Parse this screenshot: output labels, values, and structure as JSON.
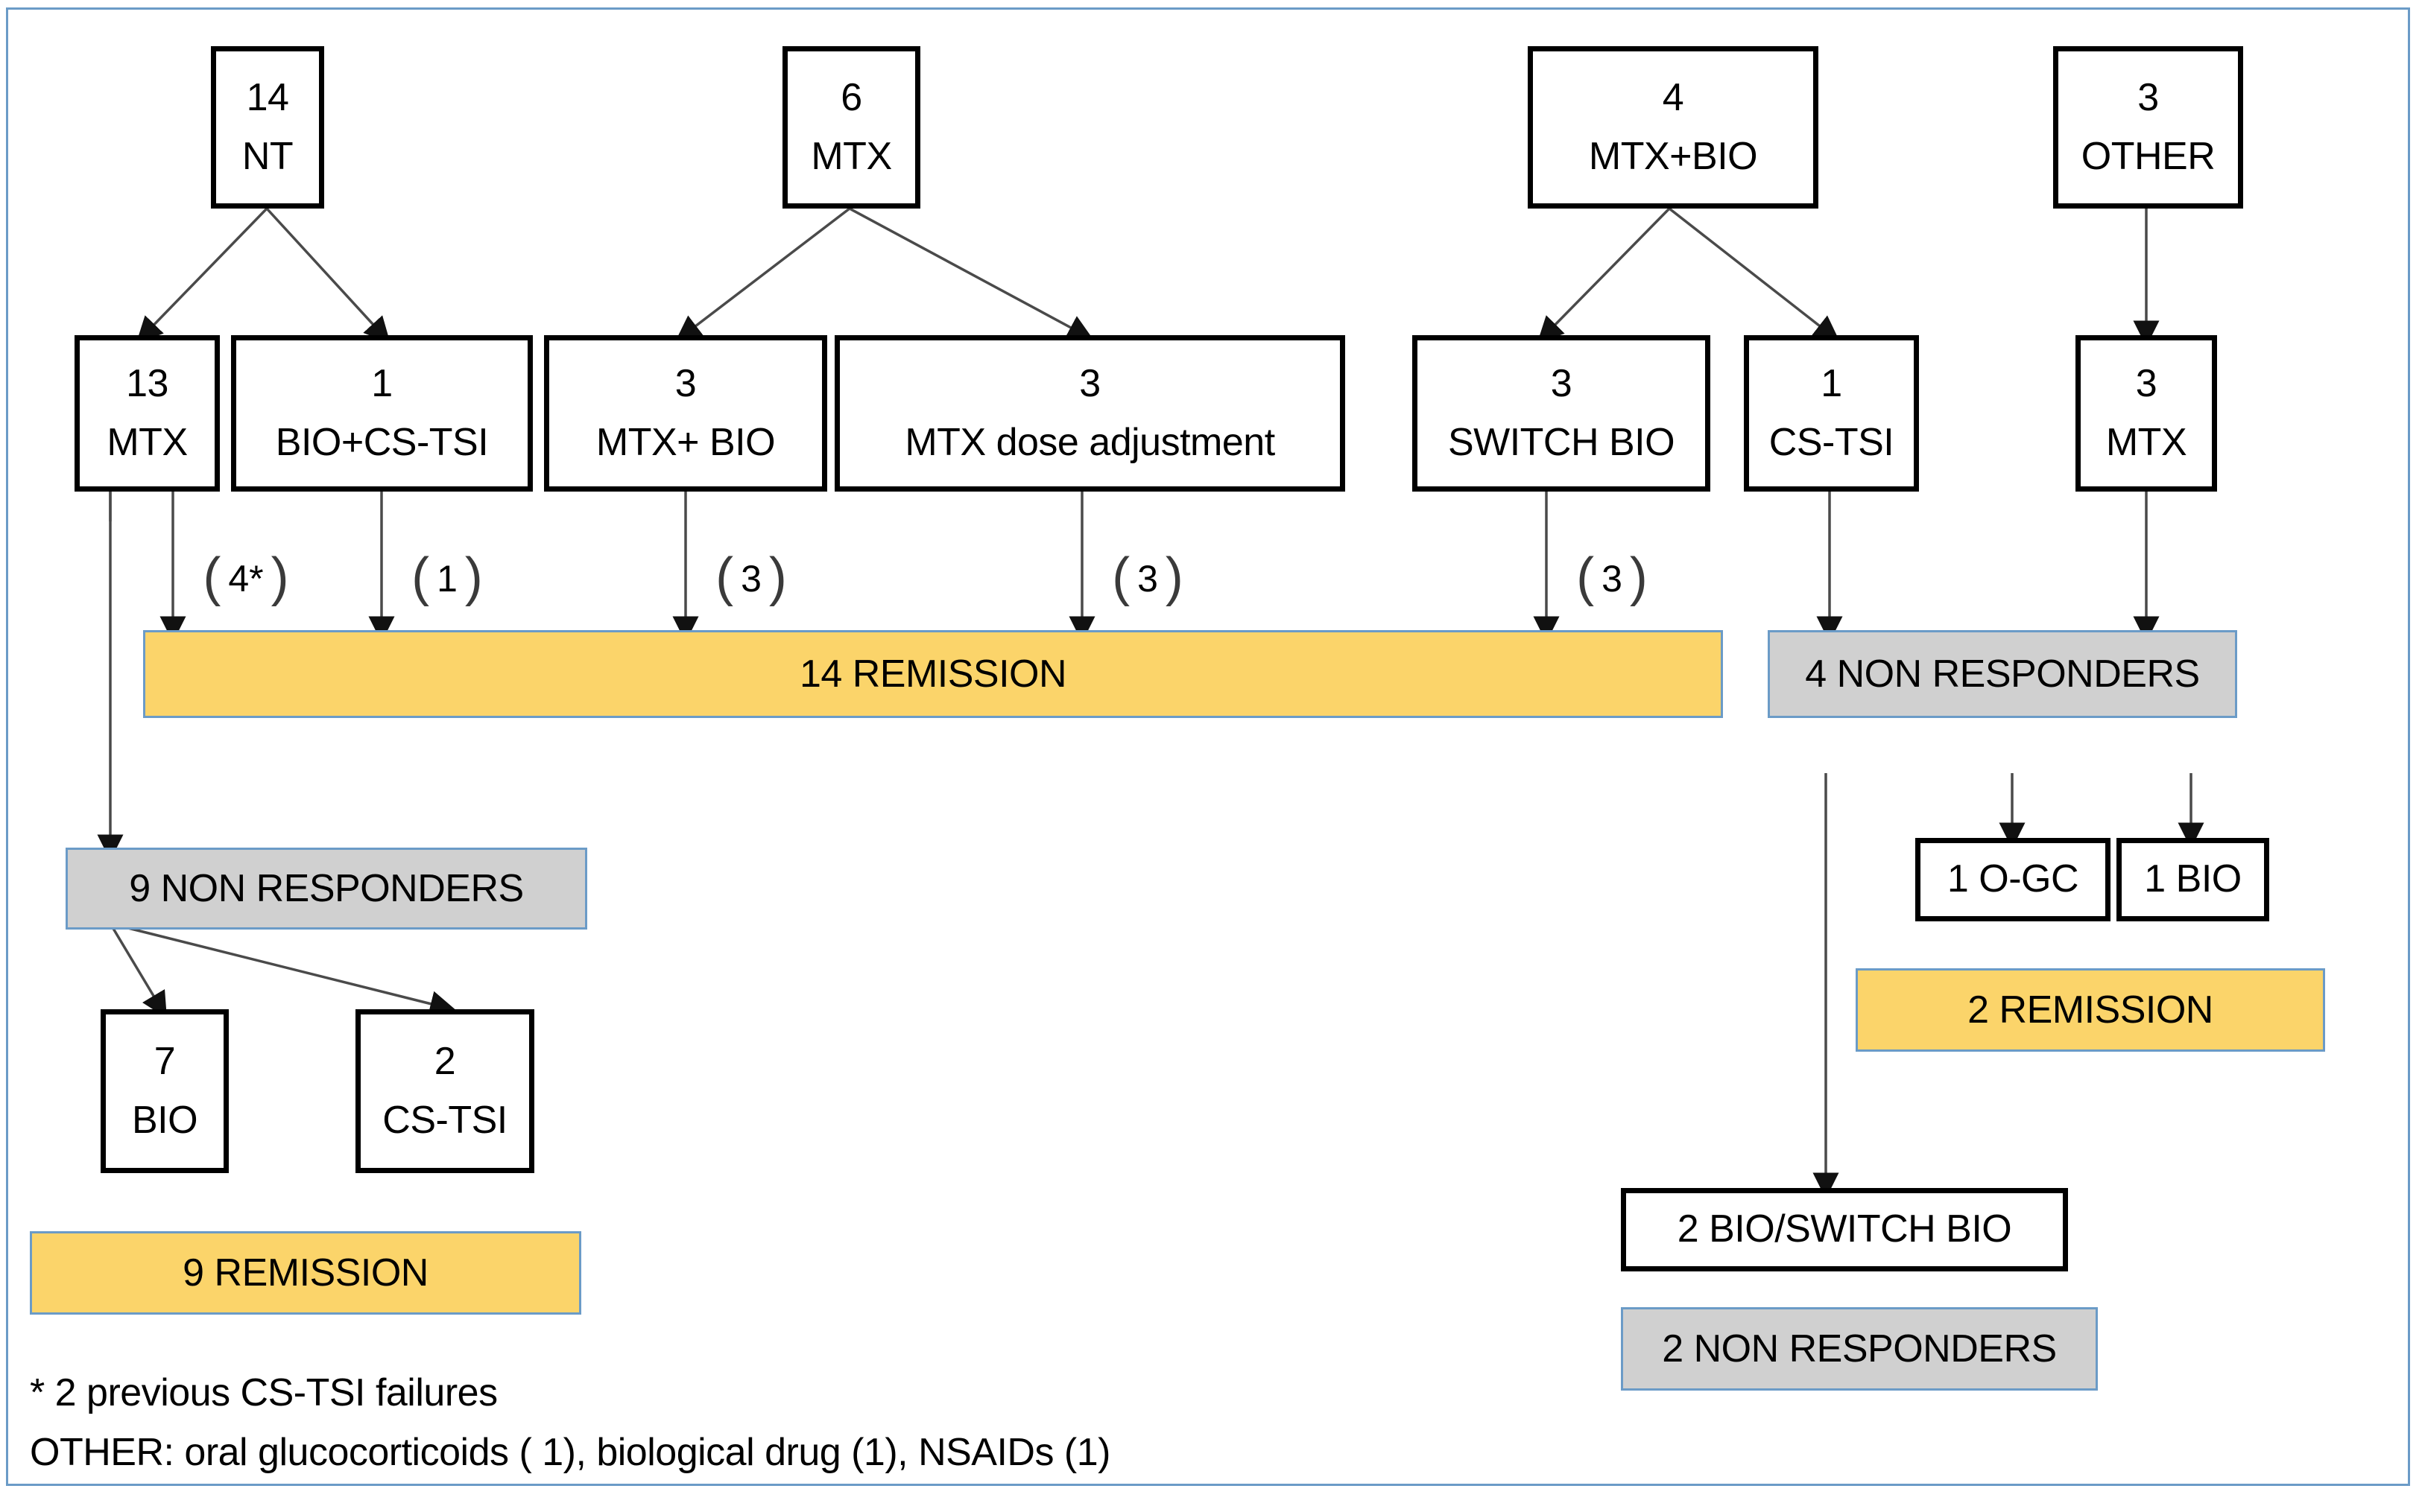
{
  "diagram": {
    "title_present": false,
    "colors": {
      "remission_fill": "#fbd46a",
      "nonresponder_fill": "#d0d0d0",
      "box_border": "#000000",
      "bar_border": "#6b9bc7",
      "frame_border": "#6b9bc7"
    },
    "row1": [
      {
        "count": "14",
        "label": "NT"
      },
      {
        "count": "6",
        "label": "MTX"
      },
      {
        "count": "4",
        "label": "MTX+BIO"
      },
      {
        "count": "3",
        "label": "OTHER"
      }
    ],
    "row2": [
      {
        "count": "13",
        "label": "MTX"
      },
      {
        "count": "1",
        "label": "BIO+CS-TSI"
      },
      {
        "count": "3",
        "label": "MTX+ BIO"
      },
      {
        "count": "3",
        "label": "MTX dose adjustment"
      },
      {
        "count": "3",
        "label": "SWITCH BIO"
      },
      {
        "count": "1",
        "label": "CS-TSI"
      },
      {
        "count": "3",
        "label": "MTX"
      }
    ],
    "brackets": [
      {
        "value": "4*"
      },
      {
        "value": "1"
      },
      {
        "value": "3"
      },
      {
        "value": "3"
      },
      {
        "value": "3"
      }
    ],
    "outcomes": {
      "remission_main": "14 REMISSION",
      "nonresponders_right": "4 NON RESPONDERS",
      "nonresponders_left": "9 NON RESPONDERS",
      "remission_left": "9 REMISSION",
      "remission_right": "2 REMISSION",
      "nonresponders_bottom": "2 NON RESPONDERS"
    },
    "left_branch": [
      {
        "count": "7",
        "label": "BIO"
      },
      {
        "count": "2",
        "label": "CS-TSI"
      }
    ],
    "right_branch": [
      {
        "label": "1 O-GC"
      },
      {
        "label": "1 BIO"
      }
    ],
    "bottom_right_box": "2 BIO/SWITCH BIO",
    "footnotes": [
      "* 2 previous CS-TSI failures",
      "OTHER: oral glucocorticoids ( 1), biological drug (1), NSAIDs (1)"
    ]
  }
}
